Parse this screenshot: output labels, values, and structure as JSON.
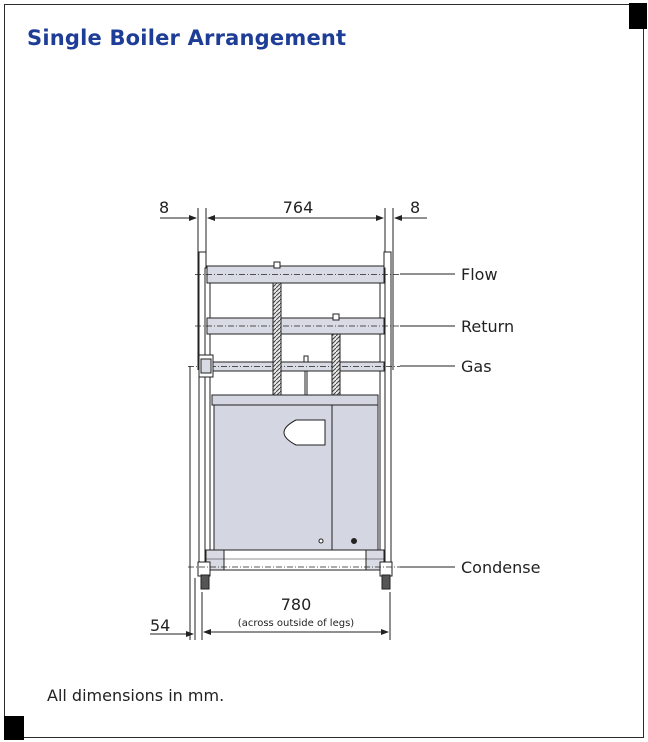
{
  "title": "Single Boiler Arrangement",
  "diagram": {
    "dimensions": {
      "left_gap": "8",
      "width_top": "764",
      "right_gap": "8",
      "width_bottom": "780",
      "width_bottom_note": "(across outside of legs)",
      "leg_offset": "54"
    },
    "connections": {
      "flow": "Flow",
      "return": "Return",
      "gas": "Gas",
      "condense": "Condense"
    }
  },
  "footer_note": "All dimensions in mm.",
  "colors": {
    "title": "#1e3d96",
    "frame_fill": "#d9dbe4",
    "boiler_fill": "#d4d6e2",
    "line": "#222222"
  }
}
